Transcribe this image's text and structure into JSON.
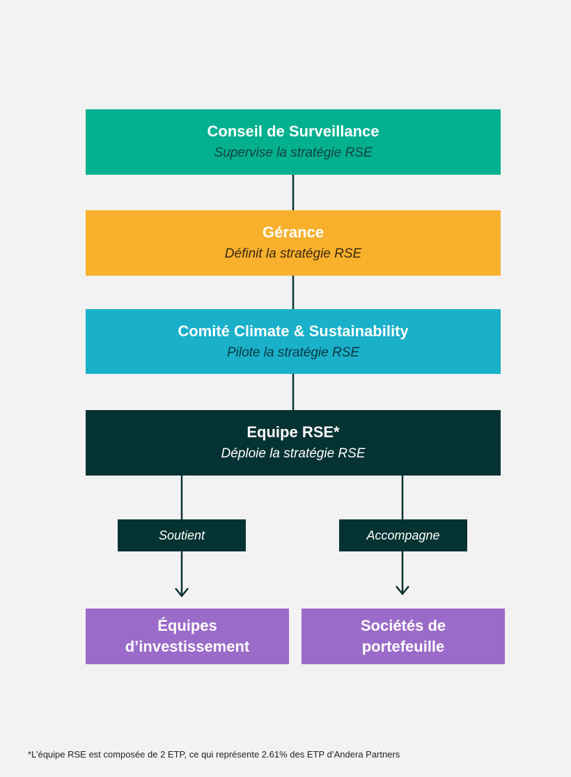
{
  "nodes": {
    "conseil": {
      "title": "Conseil de Surveillance",
      "subtitle": "Supervise la stratégie RSE"
    },
    "gerance": {
      "title": "Gérance",
      "subtitle": "Définit la stratégie RSE"
    },
    "comite": {
      "title": "Comité Climate & Sustainability",
      "subtitle": "Pilote la stratégie RSE"
    },
    "equipe": {
      "title": "Equipe RSE*",
      "subtitle": "Déploie la stratégie RSE"
    }
  },
  "edge_labels": {
    "soutient": "Soutient",
    "accompagne": "Accompagne"
  },
  "targets": {
    "equipes_invest": "Équipes\nd’investissement",
    "societes": "Sociétés de\nportefeuille"
  },
  "footnote": "*L’équipe RSE est composée de 2 ETP, ce qui représente 2.61% des ETP d’Andera Partners",
  "colors": {
    "background": "#f2f2f2",
    "conseil": "#00b08f",
    "gerance": "#f9b02d",
    "comite": "#1ab0c9",
    "equipe": "#053232",
    "targets": "#9a6bc8",
    "connector": "#0b2f2f"
  }
}
